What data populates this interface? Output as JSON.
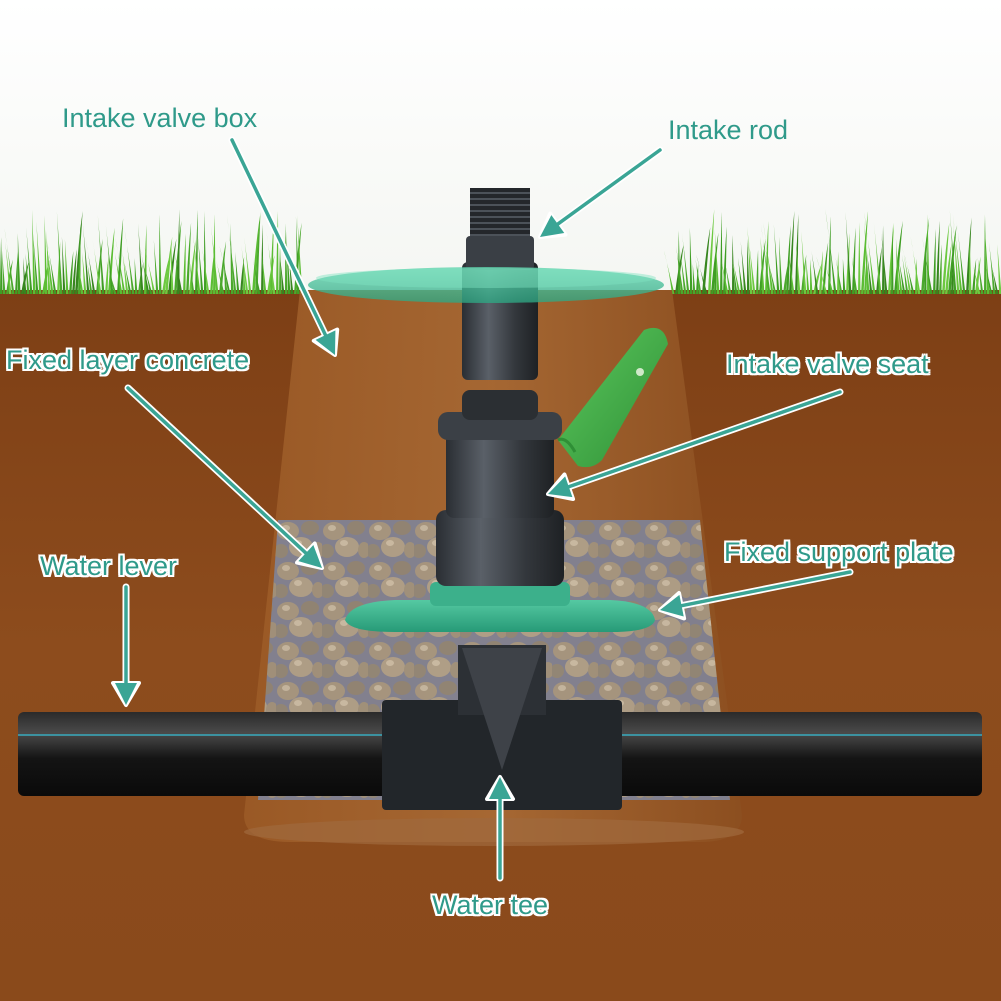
{
  "labels": {
    "intake_valve_box": "Intake valve box",
    "intake_rod": "Intake rod",
    "fixed_layer_concrete": "Fixed layer concrete",
    "intake_valve_seat": "Intake valve seat",
    "water_lever": "Water lever",
    "fixed_support_plate": "Fixed support plate",
    "water_tee": "Water tee"
  },
  "colors": {
    "label_text": "#2f9a8a",
    "arrow": "#3aa595",
    "soil": "#8f4f1f",
    "grass": "#4fae2a",
    "lid": "#3fbf9a",
    "pipe": "#1c1c1c",
    "valve_cover": "#43b04a"
  }
}
